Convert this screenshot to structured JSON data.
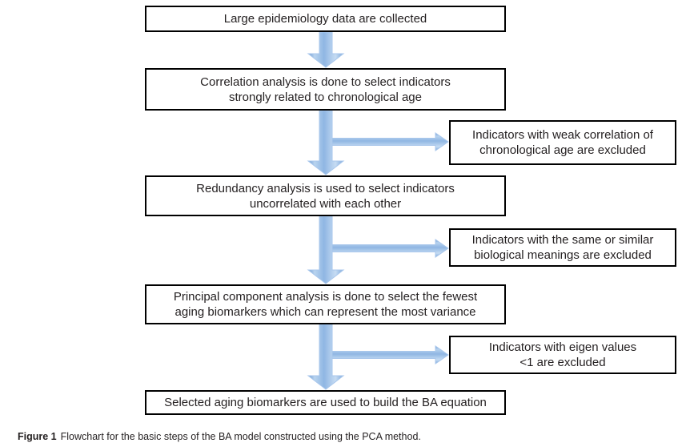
{
  "figure": {
    "caption_label": "Figure 1",
    "caption_text": "Flowchart for the basic steps of the BA model constructed using the PCA method."
  },
  "flowchart": {
    "arrow_color": "#6b9bd4",
    "box_border_color": "#000000",
    "main_steps": [
      {
        "label": "Large epidemiology data are collected",
        "lines": [
          "Large epidemiology data are collected"
        ]
      },
      {
        "label": "Correlation analysis is done to select indicators strongly related to chronological age",
        "lines": [
          "Correlation analysis is done to select indicators",
          "strongly related to chronological age"
        ]
      },
      {
        "label": "Redundancy analysis is used to select indicators uncorrelated with each other",
        "lines": [
          "Redundancy analysis is used to select indicators",
          "uncorrelated with each other"
        ]
      },
      {
        "label": "Principal component analysis is done to select the fewest aging biomarkers which can represent the most variance",
        "lines": [
          "Principal component analysis is done to select the fewest",
          "aging biomarkers which can represent the most variance"
        ]
      },
      {
        "label": "Selected aging biomarkers are used to build the BA equation",
        "lines": [
          "Selected aging biomarkers are used to build the BA equation"
        ]
      }
    ],
    "exclusion_notes": [
      {
        "label": "Indicators with weak correlation of chronological age are excluded",
        "lines": [
          "Indicators with weak correlation of",
          "chronological age are excluded"
        ]
      },
      {
        "label": "Indicators with the same or similar biological meanings are excluded",
        "lines": [
          "Indicators with the same or similar",
          "biological meanings are excluded"
        ]
      },
      {
        "label": "Indicators with eigen values <1 are excluded",
        "lines": [
          "Indicators with eigen values",
          "<1 are excluded"
        ]
      }
    ]
  }
}
